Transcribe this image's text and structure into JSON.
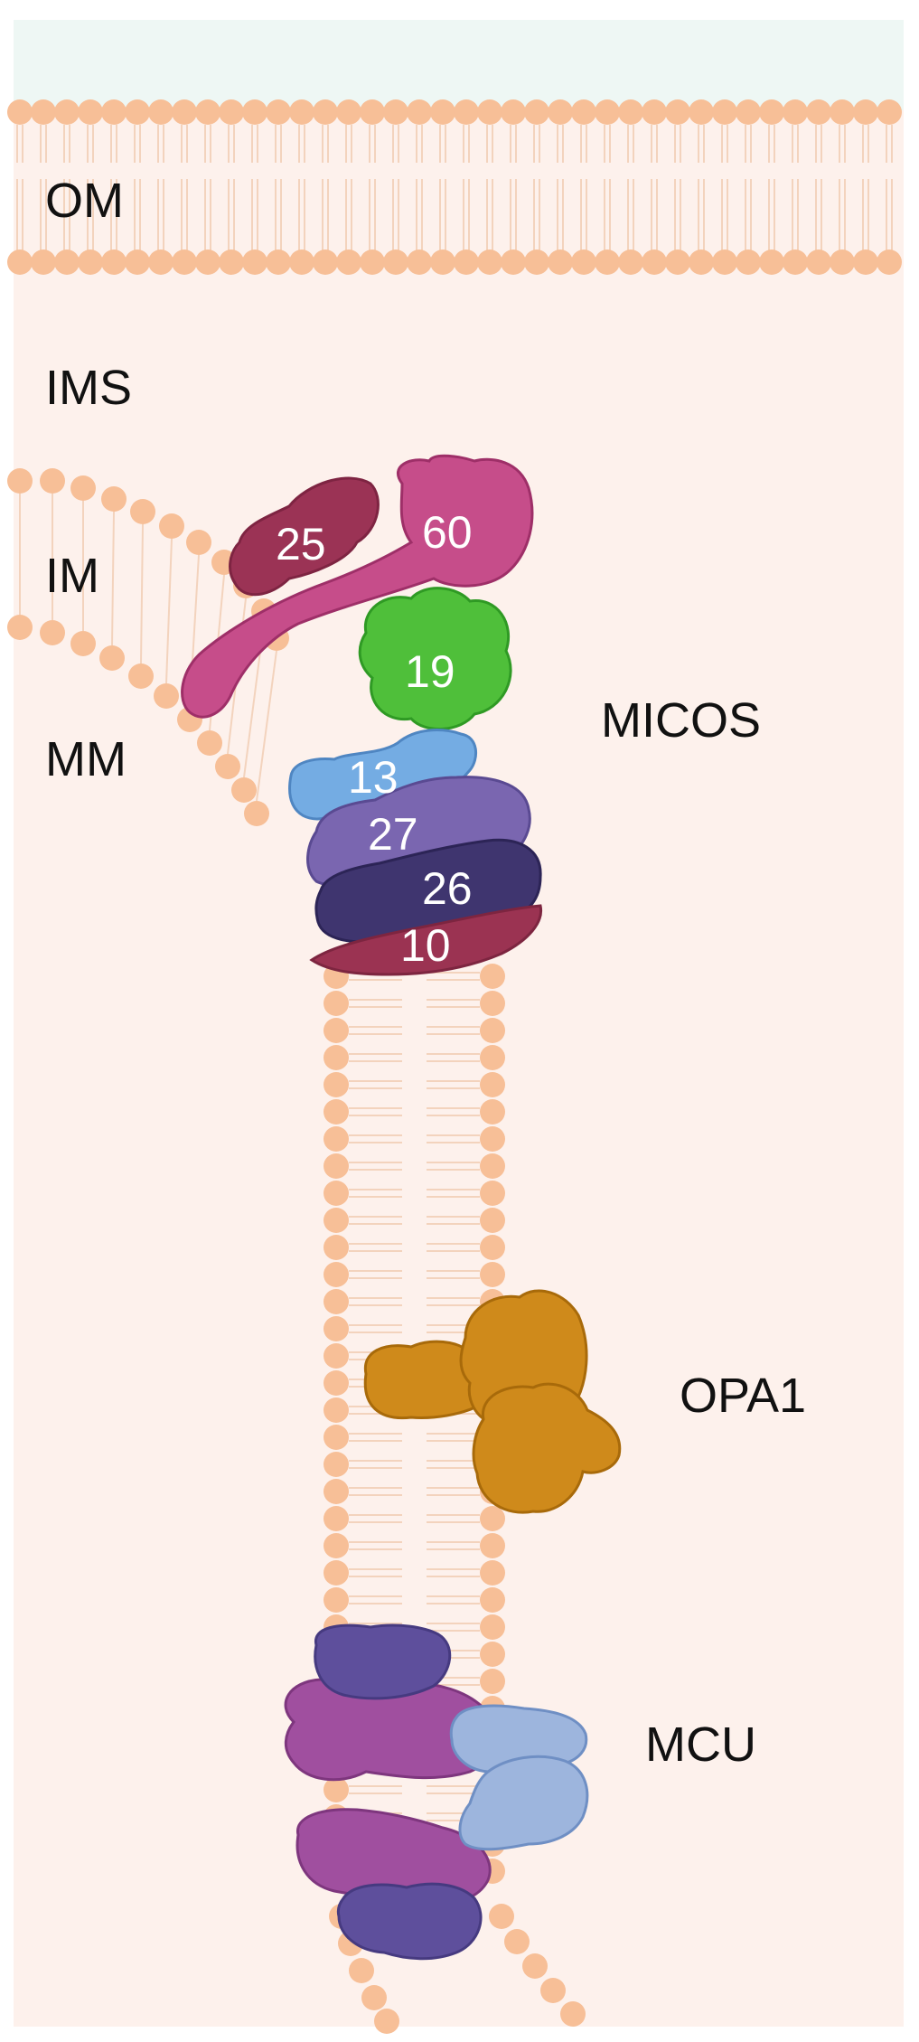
{
  "regions": {
    "om": "OM",
    "ims": "IMS",
    "im": "IM",
    "mm": "MM"
  },
  "complexes": {
    "micos": "MICOS",
    "opa1": "OPA1",
    "mcu": "MCU"
  },
  "micos_subunits": {
    "s25": "25",
    "s60": "60",
    "s19": "19",
    "s13": "13",
    "s27": "27",
    "s26": "26",
    "s10": "10"
  },
  "colors": {
    "cytosol": "#eef7f4",
    "interior": "#fdf1ec",
    "lipid_head": "#f7bf97",
    "lipid_tail": "#f3d3bd",
    "mic25": "#9b3355",
    "mic60": "#c64d8a",
    "mic19": "#4fbf3a",
    "mic13": "#74ace3",
    "mic27": "#7a66b0",
    "mic26": "#3f356f",
    "mic10": "#9b3352",
    "opa1": "#cf8a1b",
    "mcu_dark": "#5e4f9c",
    "mcu_magenta": "#a04f9f",
    "mcu_light": "#9db5dd"
  }
}
